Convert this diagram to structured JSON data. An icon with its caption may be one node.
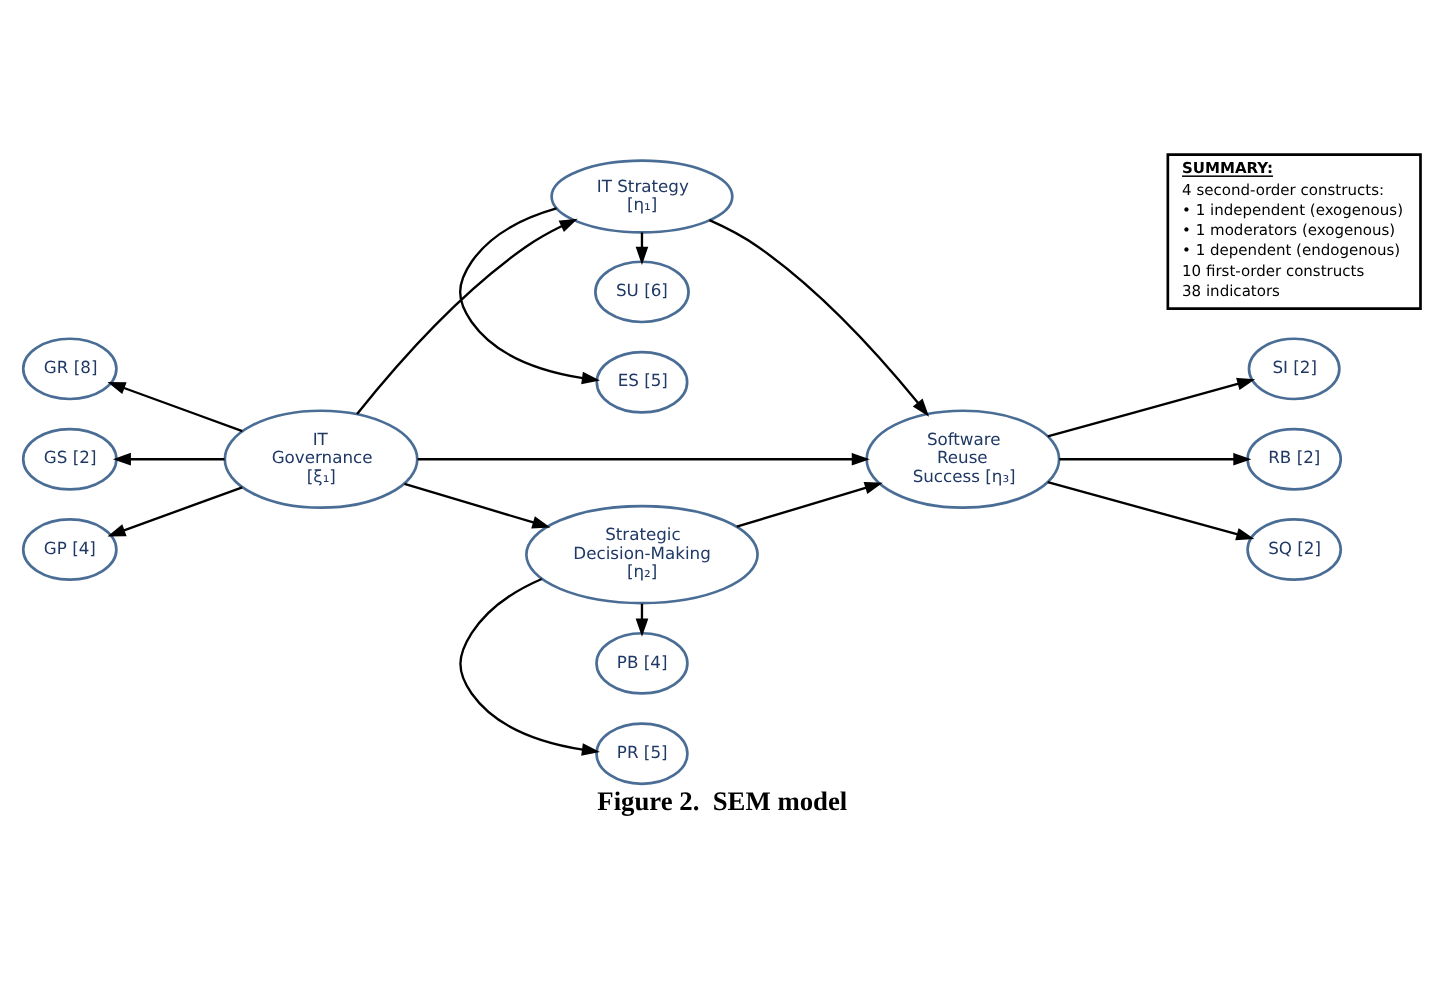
{
  "diagram": {
    "caption": "Figure 2.  SEM model",
    "nodes": [
      {
        "text": [
          "ES [5]"
        ]
      },
      {
        "text": [
          "SU [6]"
        ]
      },
      {
        "text": [
          "IT Strategy [η₁]"
        ]
      },
      {
        "text": [
          "GR [8]"
        ]
      },
      {
        "text": [
          "GS [2]"
        ]
      },
      {
        "text": [
          "GP [4]"
        ]
      },
      {
        "text": [
          "IT Governance [ξ₁]"
        ]
      },
      {
        "text": [
          "Software Reuse Success [η₃]"
        ]
      },
      {
        "text": [
          "SI [2]"
        ]
      },
      {
        "text": [
          "RB [2]"
        ]
      },
      {
        "text": [
          "SQ [2]"
        ]
      },
      {
        "text": [
          "Strategic Decision-Making [η₂]"
        ]
      },
      {
        "text": [
          "PR [5]"
        ]
      },
      {
        "text": [
          "PB [4]"
        ]
      },
      {
        "text": [
          "SUMMARY:",
          "4 second-order constructs:",
          "• 1 independent (exogenous)",
          "• 1 moderators (exogenous)",
          "• 1 dependent (endogenous)",
          "10 first-order constructs",
          "38 indicators"
        ]
      }
    ],
    "edges": [
      {
        "from": 6,
        "to": 3,
        "arrow": "to"
      },
      {
        "from": 6,
        "to": 4,
        "arrow": "to"
      },
      {
        "from": 6,
        "to": 5,
        "arrow": "to"
      },
      {
        "from": 6,
        "to": 2,
        "arrow": "to"
      },
      {
        "from": 6,
        "to": 7,
        "arrow": "to"
      },
      {
        "from": 6,
        "to": 11,
        "arrow": "to"
      },
      {
        "from": 2,
        "to": 0,
        "arrow": "to"
      },
      {
        "from": 2,
        "to": 1,
        "arrow": "to"
      },
      {
        "from": 2,
        "to": 7,
        "arrow": "to"
      },
      {
        "from": 11,
        "to": 7,
        "arrow": "to"
      },
      {
        "from": 11,
        "to": 12,
        "arrow": "to"
      },
      {
        "from": 11,
        "to": 13,
        "arrow": "to"
      },
      {
        "from": 7,
        "to": 8,
        "arrow": "to"
      },
      {
        "from": 7,
        "to": 9,
        "arrow": "to"
      },
      {
        "from": 7,
        "to": 10,
        "arrow": "to"
      }
    ]
  }
}
